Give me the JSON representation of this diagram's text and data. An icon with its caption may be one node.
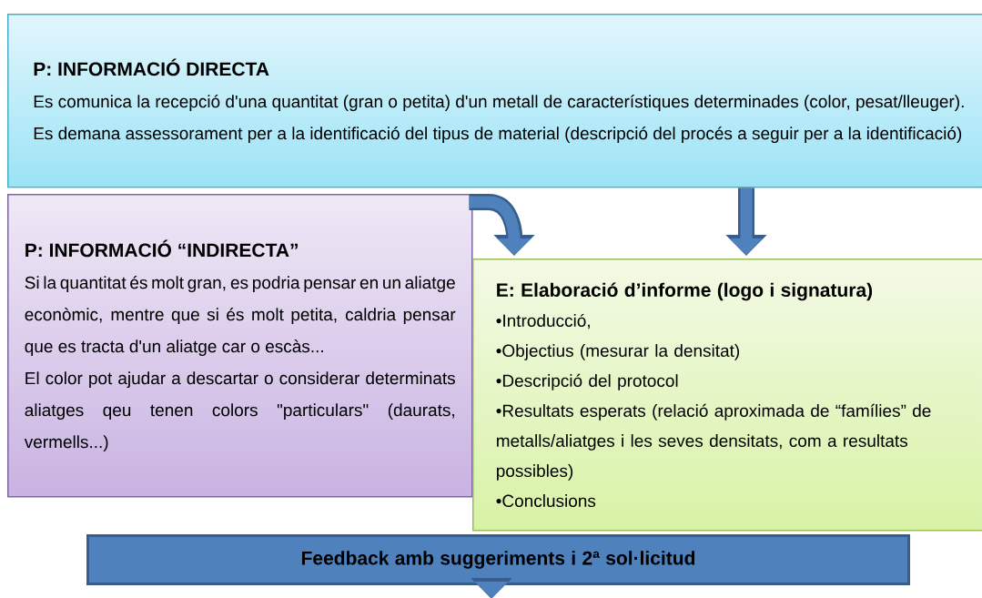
{
  "diagram": {
    "nodes": [
      {
        "text": [
          "P: INFORMACIÓ DIRECTA",
          "Es comunica la recepció d'una quantitat (gran o petita) d'un metall de característiques determinades (color, pesat/lleuger).",
          "Es demana assessorament per a la identificació del tipus de material (descripció del procés a seguir per a la identificació)"
        ]
      },
      {
        "text": [
          "P: INFORMACIÓ “INDIRECTA”",
          "Si la quantitat és molt gran, es podria pensar en un aliatge econòmic, mentre que si és molt petita, caldria pensar que es tracta d'un aliatge car o escàs...",
          "El color pot ajudar a descartar o considerar determinats aliatges qeu tenen colors \"particulars\" (daurats, vermells...)"
        ]
      },
      {
        "text": [
          "E: Elaboració d’informe (logo i signatura)",
          "•Introducció,",
          "•Objectius (mesurar la densitat)",
          "•Descripció del protocol",
          "•Resultats esperats (relació aproximada de “famílies” de metalls/aliatges i les seves densitats, com a resultats possibles)",
          "•Conclusions"
        ]
      },
      {
        "text": [
          "Feedback amb suggeriments i 2ª sol·licitud"
        ]
      }
    ],
    "edges": [
      {
        "from": 1,
        "to": 2,
        "arrow": "to"
      },
      {
        "from": 0,
        "to": 2,
        "arrow": "to"
      },
      {
        "from": 3,
        "to": null,
        "arrow": "to"
      }
    ]
  }
}
